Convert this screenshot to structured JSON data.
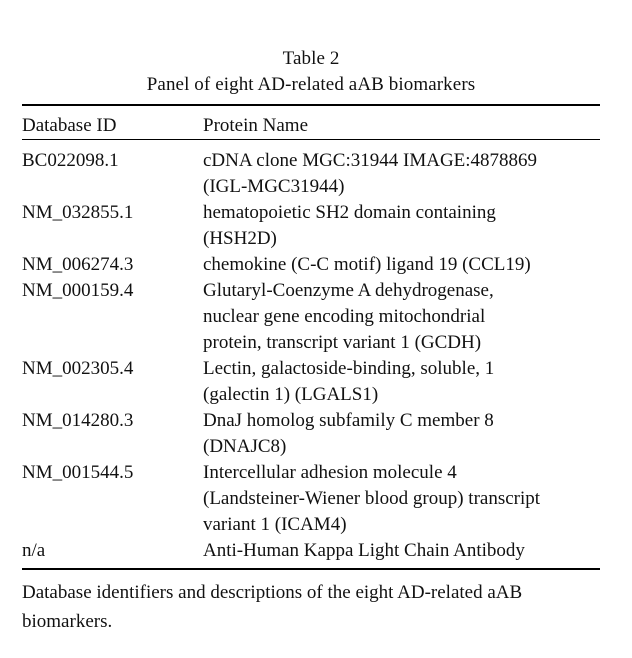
{
  "table": {
    "title_lines": [
      "Table 2",
      "Panel of eight AD-related aAB biomarkers"
    ],
    "columns": {
      "id": "Database ID",
      "name": "Protein Name"
    },
    "rows": [
      {
        "id": "BC022098.1",
        "name_lines": [
          "cDNA clone MGC:31944 IMAGE:4878869",
          "(IGL-MGC31944)"
        ]
      },
      {
        "id": "NM_032855.1",
        "name_lines": [
          "hematopoietic SH2 domain containing",
          "(HSH2D)"
        ]
      },
      {
        "id": "NM_006274.3",
        "name_lines": [
          "chemokine (C-C motif) ligand 19 (CCL19)"
        ]
      },
      {
        "id": "NM_000159.4",
        "name_lines": [
          "Glutaryl-Coenzyme A dehydrogenase,",
          "nuclear gene encoding mitochondrial",
          "protein, transcript variant 1 (GCDH)"
        ]
      },
      {
        "id": "NM_002305.4",
        "name_lines": [
          "Lectin, galactoside-binding, soluble, 1",
          "(galectin 1) (LGALS1)"
        ]
      },
      {
        "id": "NM_014280.3",
        "name_lines": [
          "DnaJ homolog subfamily C member 8",
          "(DNAJC8)"
        ]
      },
      {
        "id": "NM_001544.5",
        "name_lines": [
          "Intercellular adhesion molecule 4",
          "(Landsteiner-Wiener blood group) transcript",
          "variant 1 (ICAM4)"
        ]
      },
      {
        "id": "n/a",
        "name_lines": [
          "Anti-Human Kappa Light Chain Antibody"
        ]
      }
    ],
    "footnote_lines": [
      "Database identifiers and descriptions of the eight AD-related aAB",
      "biomarkers."
    ]
  }
}
